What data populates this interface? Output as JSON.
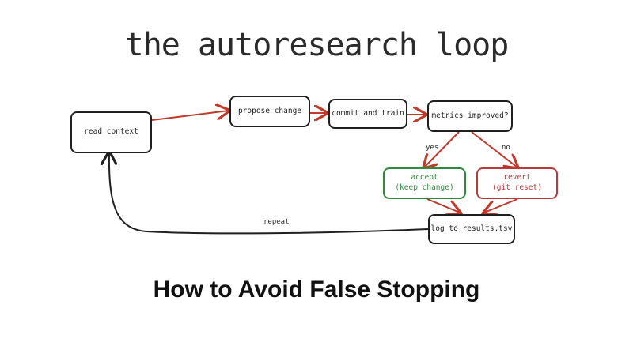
{
  "title": "the autoresearch loop",
  "nodes": {
    "read_context": "read context",
    "propose_change": "propose change",
    "commit_and_train": "commit and train",
    "metrics_improved": "metrics improved?",
    "accept_line1": "accept",
    "accept_line2": "(keep change)",
    "revert_line1": "revert",
    "revert_line2": "(git reset)",
    "log_results": "log to results.tsv"
  },
  "edge_labels": {
    "yes": "yes",
    "no": "no",
    "repeat": "repeat"
  },
  "colors": {
    "arrow_red": "#c0392b",
    "arrow_black": "#1f1f1f",
    "accept": "#2f8a3c",
    "revert": "#b83a3a"
  },
  "caption": "How to Avoid False Stopping"
}
